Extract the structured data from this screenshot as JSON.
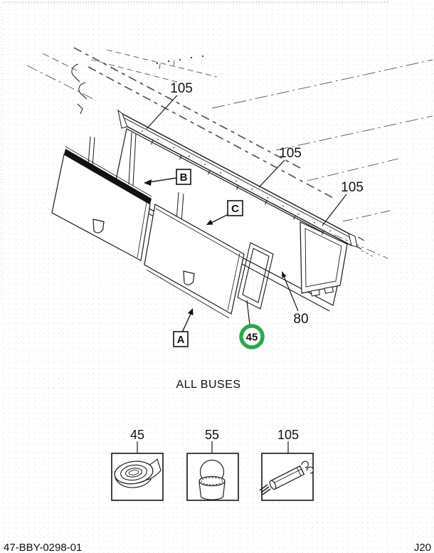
{
  "drawing": {
    "caption": "ALL BUSES",
    "callout_letters": {
      "a": "A",
      "b": "B",
      "c": "C"
    },
    "part_numbers": {
      "n45": "45",
      "n55": "55",
      "n80": "80",
      "n105": "105"
    },
    "highlight_color": "#2aa84c"
  },
  "thumbnails": [
    {
      "label": "45",
      "icon": "tape-roll-icon"
    },
    {
      "label": "55",
      "icon": "sealant-can-icon"
    },
    {
      "label": "105",
      "icon": "strut-cartridge-icon"
    }
  ],
  "footer": {
    "document_number": "47-BBY-0298-01",
    "page_code": "J20"
  }
}
